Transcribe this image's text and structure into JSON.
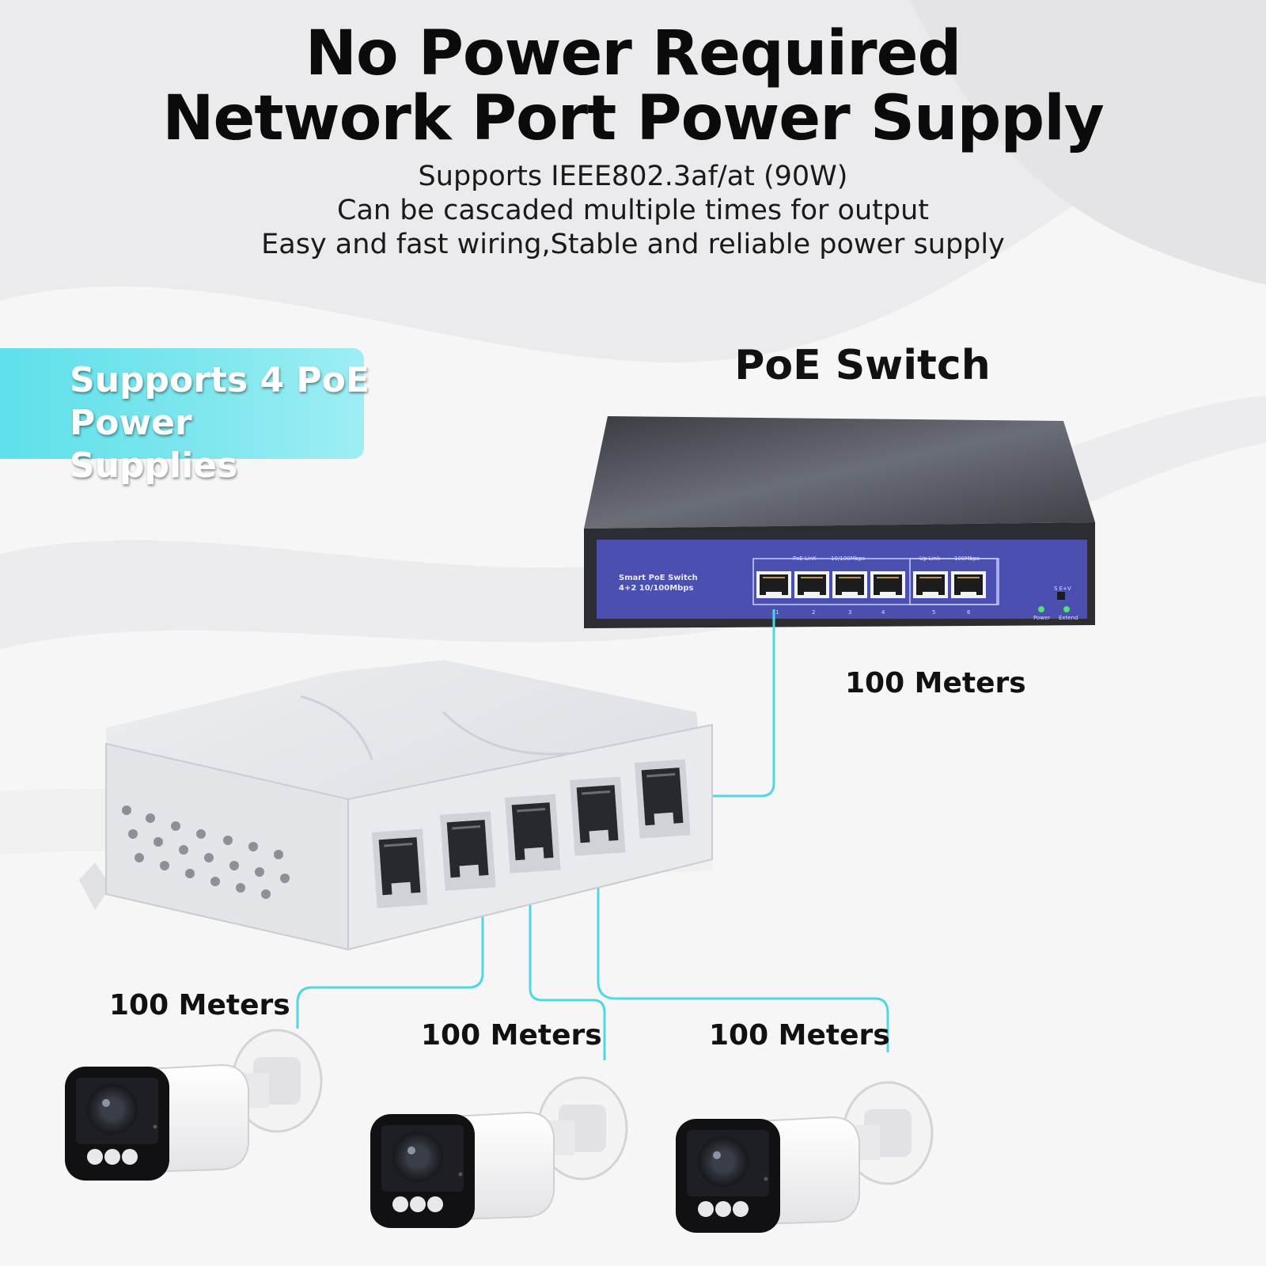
{
  "headline": {
    "line1": "No Power Required",
    "line2": "Network Port Power Supply"
  },
  "features": [
    "Supports IEEE802.3af/at (90W)",
    "Can be cascaded multiple times for output",
    "Easy and fast wiring,Stable and reliable power supply"
  ],
  "badge": {
    "line1": "Supports 4 PoE",
    "line2": "Power Supplies",
    "color": "#6fe3ec"
  },
  "poe_switch": {
    "title": "PoE Switch",
    "panel_line1": "Smart PoE Switch",
    "panel_line2": "4+2 10/100Mbps",
    "group1_label": "PoE LinK",
    "group1_speed": "10/100Mbps",
    "group2_label": "Up Link",
    "group2_speed": "100Mbps",
    "port_numbers": [
      "1",
      "2",
      "3",
      "4",
      "5",
      "6"
    ],
    "led_power": "Power",
    "led_extend": "Extend",
    "switch_marks": "S  E+V",
    "panel_color": "#4a4fb0"
  },
  "distances": {
    "switch_to_splitter": "100 Meters",
    "camera1": "100 Meters",
    "camera2": "100 Meters",
    "camera3": "100 Meters"
  },
  "cable_color": "#4fd8e4"
}
